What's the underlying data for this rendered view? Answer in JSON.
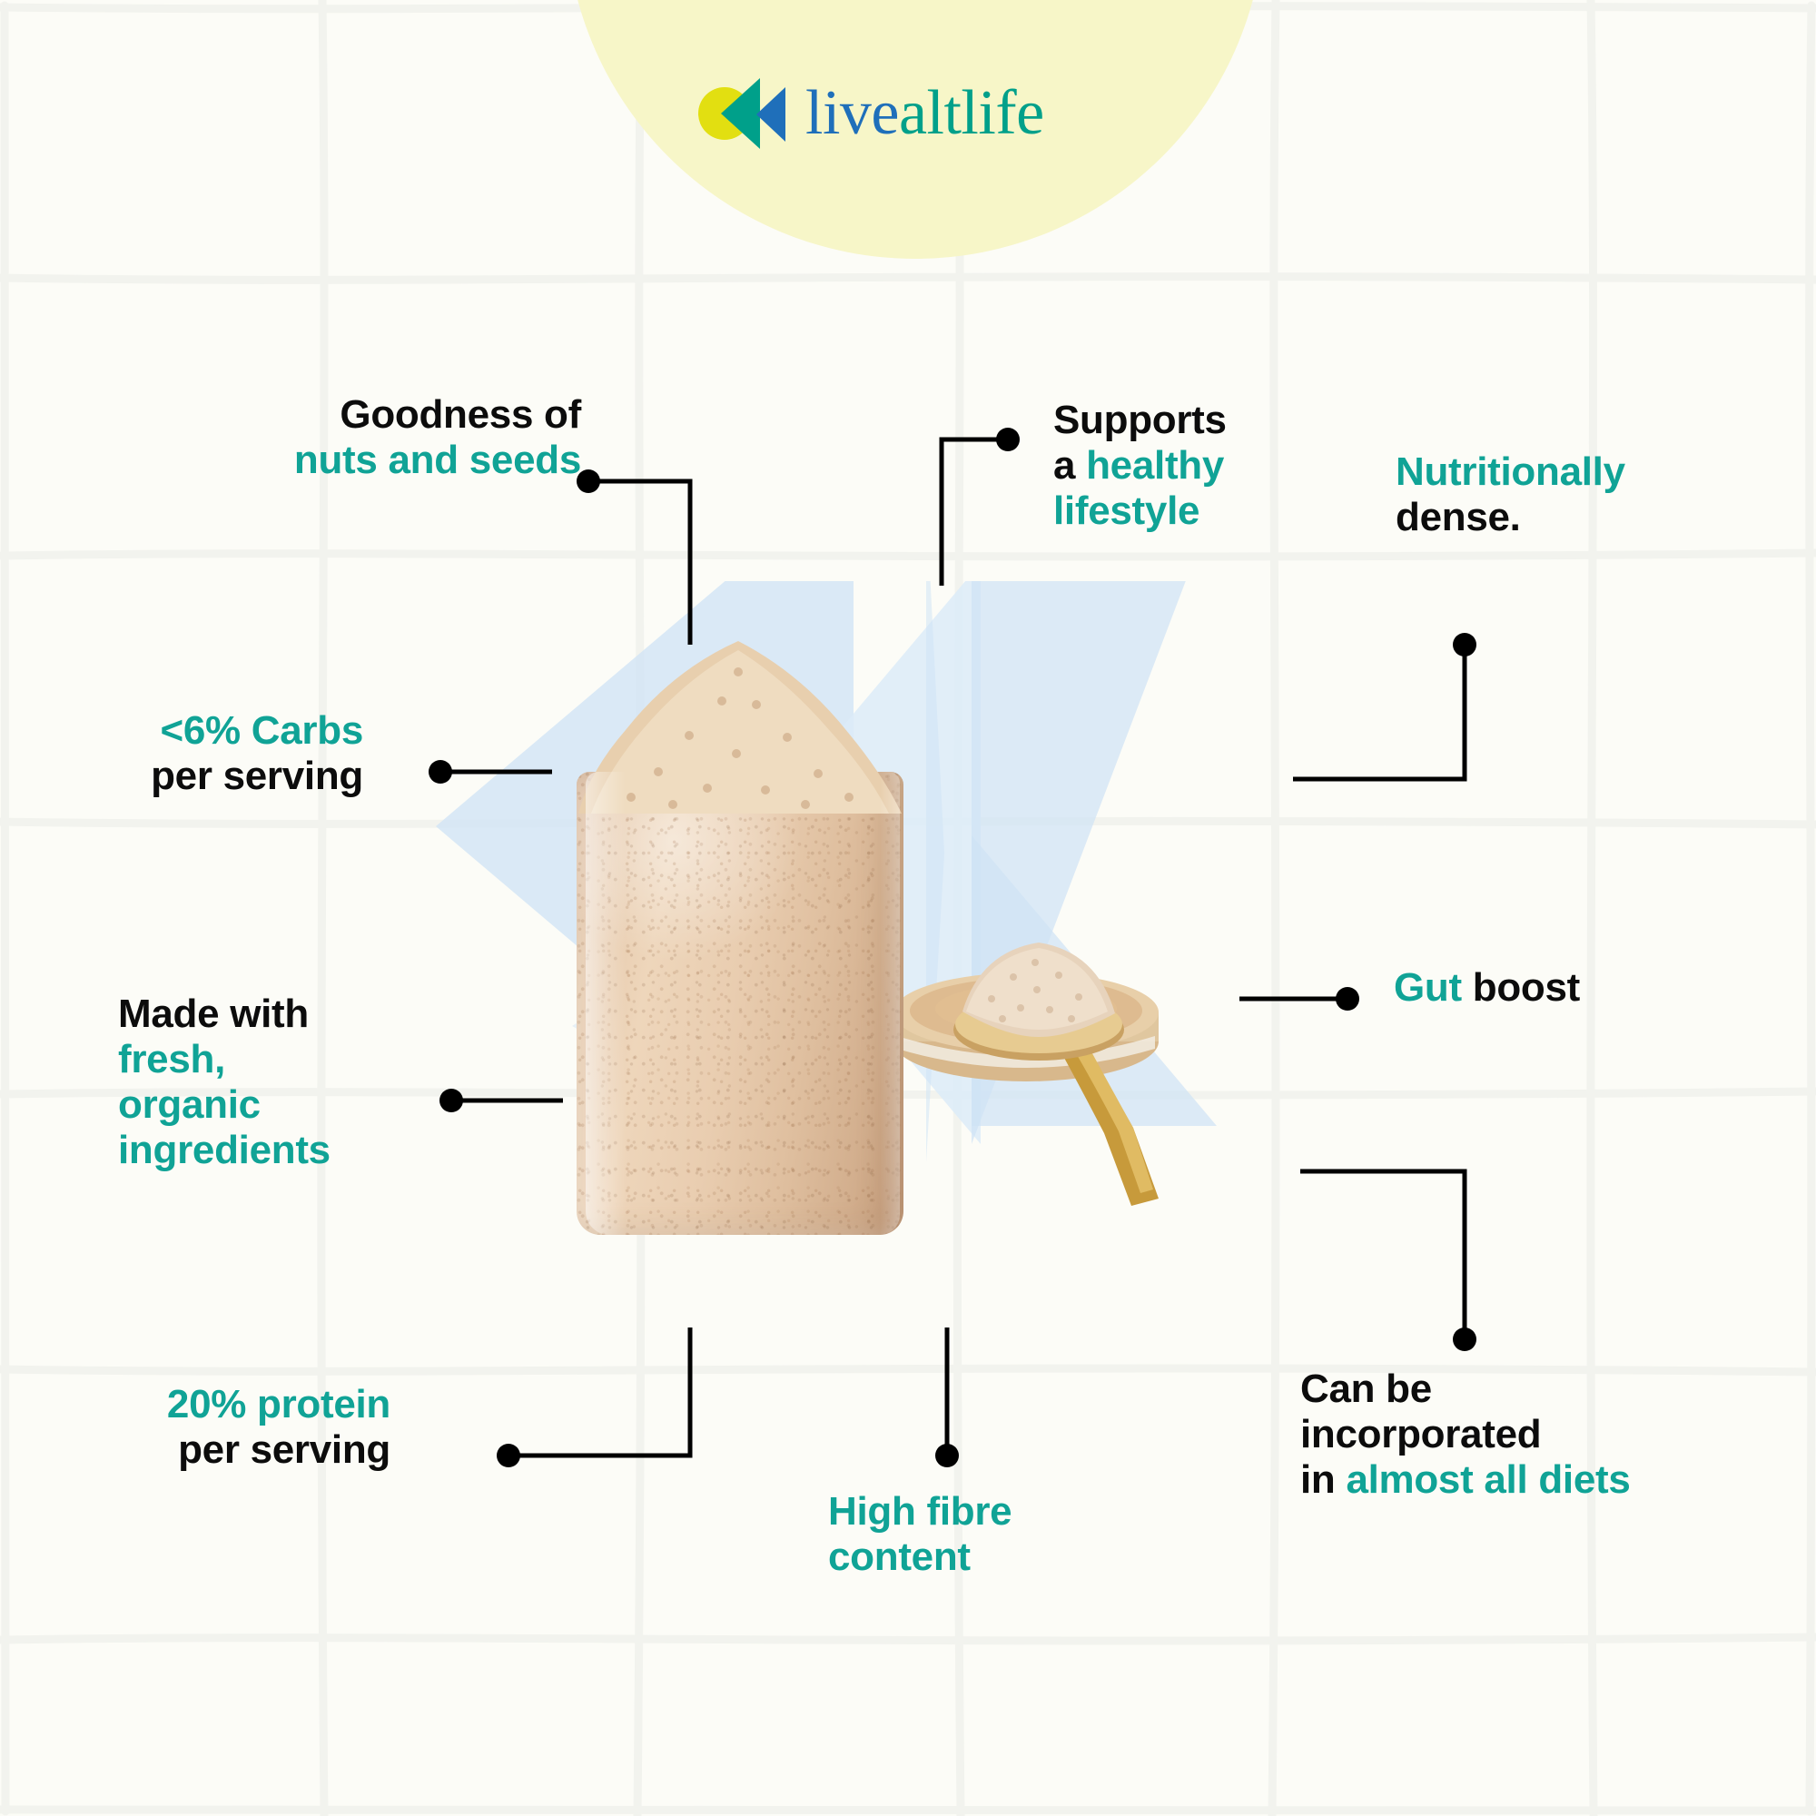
{
  "brand": {
    "logo_live": "live",
    "logo_alt": "altlife",
    "mark_icon": "rewind-triangles-icon",
    "colors": {
      "blue": "#1f6fba",
      "teal": "#00a08a",
      "yellow": "#e2df11",
      "pale_yellow": "#f7f6c8",
      "accent_text_teal": "#10a396",
      "text_black": "#0c0c0c",
      "background": "#fcfcf7",
      "triangle_blue": "#cfe3f5"
    }
  },
  "product": {
    "alt": "Glass jar heaped with beige protein powder, wooden lid and gold spoon with a scoop of powder"
  },
  "callouts": [
    {
      "id": "goodness-of-nuts-and-seeds",
      "lines": [
        {
          "plain": "Goodness of"
        },
        {
          "accent": "nuts and seeds"
        }
      ],
      "align": "right",
      "side": "left"
    },
    {
      "id": "carbs-per-serving",
      "lines": [
        {
          "accent": "<6% Carbs"
        },
        {
          "plain": "per serving"
        }
      ],
      "align": "right",
      "side": "left"
    },
    {
      "id": "made-with-fresh-organic-ingredients",
      "lines": [
        {
          "plain": "Made with"
        },
        {
          "accent": "fresh,"
        },
        {
          "accent": "organic"
        },
        {
          "accent": "ingredients"
        }
      ],
      "align": "left",
      "side": "left"
    },
    {
      "id": "protein-per-serving",
      "lines": [
        {
          "accent": "20% protein"
        },
        {
          "plain": "per serving"
        }
      ],
      "align": "right",
      "side": "left"
    },
    {
      "id": "supports-a-healthy-lifestyle",
      "lines": [
        {
          "plain": "Supports"
        },
        {
          "plain": "a ",
          "accent": "healthy"
        },
        {
          "accent": "lifestyle"
        }
      ],
      "align": "left",
      "side": "right"
    },
    {
      "id": "nutritionally-dense",
      "lines": [
        {
          "accent": "Nutritionally"
        },
        {
          "plain": "dense."
        }
      ],
      "align": "left",
      "side": "right"
    },
    {
      "id": "gut-boost",
      "lines": [
        {
          "accent": "Gut ",
          "plain": "boost"
        }
      ],
      "align": "left",
      "side": "right"
    },
    {
      "id": "can-be-incorporated-in-almost-all-diets",
      "lines": [
        {
          "plain": "Can be"
        },
        {
          "plain": "incorporated"
        },
        {
          "plain": "in ",
          "accent": "almost all diets"
        }
      ],
      "align": "left",
      "side": "right"
    },
    {
      "id": "high-fibre-content",
      "lines": [
        {
          "accent": "High fibre"
        },
        {
          "accent": "content"
        }
      ],
      "align": "left",
      "side": "bottom"
    }
  ],
  "text": {
    "nuts_l1": "Goodness of",
    "nuts_l2": "nuts and seeds",
    "carbs_l1": "<6% Carbs",
    "carbs_l2": "per serving",
    "made_l1": "Made with",
    "made_l2": "fresh,",
    "made_l3": "organic",
    "made_l4": "ingredients",
    "protein_l1": "20% protein",
    "protein_l2": "per serving",
    "supports_l1": "Supports",
    "supports_l2a": "a ",
    "supports_l2b": "healthy",
    "supports_l3": "lifestyle",
    "nutri_l1": "Nutritionally",
    "nutri_l2": "dense.",
    "gut_a": "Gut ",
    "gut_b": "boost",
    "diets_l1": "Can be",
    "diets_l2": "incorporated",
    "diets_l3a": "in ",
    "diets_l3b": "almost all diets",
    "fibre_l1": "High fibre",
    "fibre_l2": "content"
  }
}
